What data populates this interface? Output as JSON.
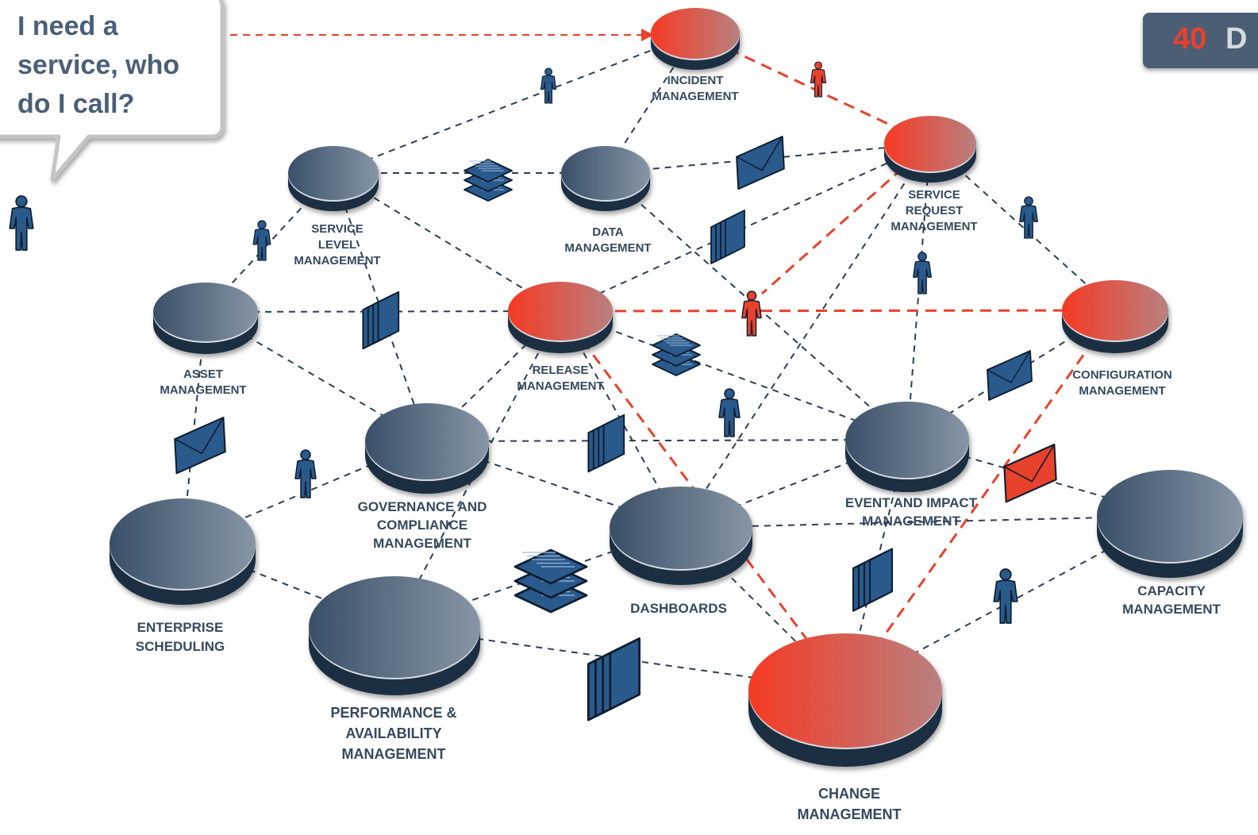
{
  "speech_bubble": {
    "lines": [
      "I need a",
      "service, who",
      "do I call?"
    ]
  },
  "badge": {
    "number": "40",
    "text": "D"
  },
  "colors": {
    "node_blue": "#3f5770",
    "node_red": "#f03a26",
    "line_blue": "#2c3e55",
    "line_red": "#e8412c",
    "icon_blue": "#2a5a8c",
    "label": "#34495f"
  },
  "nodes": [
    {
      "id": "incident",
      "label": [
        "INCIDENT",
        "MANAGEMENT"
      ],
      "color": "red"
    },
    {
      "id": "service_request",
      "label": [
        "SERVICE",
        "REQUEST",
        "MANAGEMENT"
      ],
      "color": "red"
    },
    {
      "id": "service_level",
      "label": [
        "SERVICE",
        "LEVEL",
        "MANAGEMENT"
      ],
      "color": "blue"
    },
    {
      "id": "data",
      "label": [
        "DATA",
        "MANAGEMENT"
      ],
      "color": "blue"
    },
    {
      "id": "asset",
      "label": [
        "ASSET",
        "MANAGEMENT"
      ],
      "color": "blue"
    },
    {
      "id": "release",
      "label": [
        "RELEASE",
        "MANAGEMENT"
      ],
      "color": "red"
    },
    {
      "id": "configuration",
      "label": [
        "CONFIGURATION",
        "MANAGEMENT"
      ],
      "color": "red"
    },
    {
      "id": "governance",
      "label": [
        "GOVERNANCE AND",
        "COMPLIANCE",
        "MANAGEMENT"
      ],
      "color": "blue"
    },
    {
      "id": "event",
      "label": [
        "EVENT AND IMPACT",
        "MANAGEMENT"
      ],
      "color": "blue"
    },
    {
      "id": "enterprise",
      "label": [
        "ENTERPRISE",
        "SCHEDULING"
      ],
      "color": "blue"
    },
    {
      "id": "dashboards",
      "label": [
        "DASHBOARDS"
      ],
      "color": "blue"
    },
    {
      "id": "capacity",
      "label": [
        "CAPACITY",
        "MANAGEMENT"
      ],
      "color": "blue"
    },
    {
      "id": "performance",
      "label": [
        "PERFORMANCE &",
        "AVAILABILITY",
        "MANAGEMENT"
      ],
      "color": "blue"
    },
    {
      "id": "change",
      "label": [
        "CHANGE",
        "MANAGEMENT"
      ],
      "color": "red"
    }
  ],
  "edges": [
    [
      "service_level",
      "incident",
      "blue"
    ],
    [
      "service_level",
      "data",
      "blue"
    ],
    [
      "service_level",
      "asset",
      "blue"
    ],
    [
      "service_level",
      "release",
      "blue"
    ],
    [
      "service_level",
      "governance",
      "blue"
    ],
    [
      "data",
      "incident",
      "blue"
    ],
    [
      "data",
      "service_request",
      "blue"
    ],
    [
      "data",
      "event",
      "blue"
    ],
    [
      "incident",
      "service_request",
      "red"
    ],
    [
      "service_request",
      "release",
      "blue"
    ],
    [
      "service_request",
      "configuration",
      "blue"
    ],
    [
      "service_request",
      "event",
      "blue"
    ],
    [
      "service_request",
      "dashboards",
      "blue"
    ],
    [
      "service_request",
      "release_person",
      "red"
    ],
    [
      "asset",
      "release",
      "blue"
    ],
    [
      "asset",
      "governance",
      "blue"
    ],
    [
      "asset",
      "enterprise",
      "blue"
    ],
    [
      "release",
      "configuration",
      "red"
    ],
    [
      "release",
      "governance",
      "blue"
    ],
    [
      "release",
      "event",
      "blue"
    ],
    [
      "release",
      "dashboards",
      "blue"
    ],
    [
      "release",
      "performance",
      "blue"
    ],
    [
      "release",
      "change",
      "red"
    ],
    [
      "configuration",
      "event",
      "blue"
    ],
    [
      "configuration",
      "change",
      "red"
    ],
    [
      "governance",
      "event",
      "blue"
    ],
    [
      "governance",
      "enterprise",
      "blue"
    ],
    [
      "governance",
      "dashboards",
      "blue"
    ],
    [
      "event",
      "dashboards",
      "blue"
    ],
    [
      "event",
      "capacity",
      "blue"
    ],
    [
      "event",
      "change",
      "blue"
    ],
    [
      "enterprise",
      "performance",
      "blue"
    ],
    [
      "dashboards",
      "performance",
      "blue"
    ],
    [
      "dashboards",
      "capacity",
      "blue"
    ],
    [
      "dashboards",
      "change",
      "blue"
    ],
    [
      "performance",
      "change",
      "blue"
    ],
    [
      "capacity",
      "change",
      "blue"
    ]
  ],
  "icons": [
    {
      "type": "person",
      "color": "blue"
    },
    {
      "type": "person",
      "color": "red"
    },
    {
      "type": "person",
      "color": "blue"
    },
    {
      "type": "person",
      "color": "blue"
    },
    {
      "type": "person",
      "color": "blue"
    },
    {
      "type": "person",
      "color": "red"
    },
    {
      "type": "person",
      "color": "blue"
    },
    {
      "type": "person",
      "color": "blue"
    },
    {
      "type": "person",
      "color": "blue"
    },
    {
      "type": "person",
      "color": "blue"
    },
    {
      "type": "envelope",
      "color": "blue"
    },
    {
      "type": "envelope",
      "color": "blue"
    },
    {
      "type": "envelope",
      "color": "blue"
    },
    {
      "type": "envelope",
      "color": "red"
    },
    {
      "type": "sheets",
      "color": "blue"
    },
    {
      "type": "sheets",
      "color": "blue"
    },
    {
      "type": "sheets",
      "color": "blue"
    },
    {
      "type": "folders",
      "color": "blue"
    },
    {
      "type": "folders",
      "color": "blue"
    },
    {
      "type": "folders",
      "color": "blue"
    },
    {
      "type": "folders",
      "color": "blue"
    },
    {
      "type": "folders",
      "color": "blue"
    }
  ]
}
